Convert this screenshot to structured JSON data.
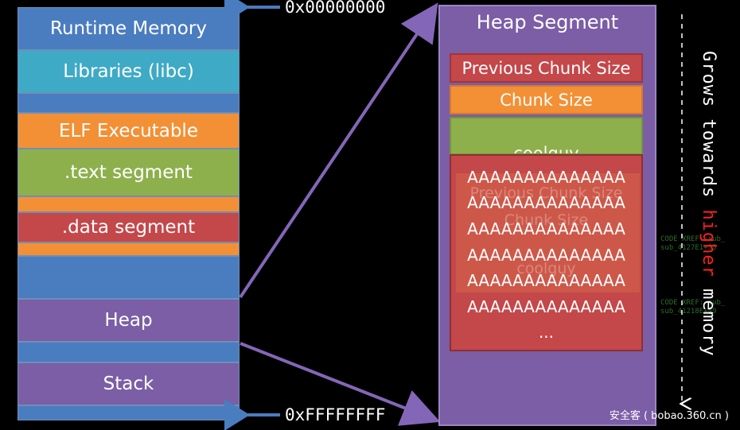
{
  "memory": {
    "title": "Runtime Memory",
    "libraries": "Libraries (libc)",
    "elf": "ELF Executable",
    "text_segment": ".text segment",
    "data_segment": ".data segment",
    "heap": "Heap",
    "stack": "Stack"
  },
  "addresses": {
    "top": "0x00000000",
    "bottom": "0xFFFFFFFF"
  },
  "heap_segment": {
    "title": "Heap Segment",
    "prev_chunk_size": "Previous Chunk Size",
    "chunk_size": "Chunk Size",
    "data_label": "coolguy",
    "overflow_rows": [
      "AAAAAAAAAAAAAA",
      "AAAAAAAAAAAAAA",
      "AAAAAAAAAAAAAA",
      "AAAAAAAAAAAAAA",
      "AAAAAAAAAAAAAA",
      "AAAAAAAAAAAAAA"
    ],
    "ellipsis": "...",
    "ghost_prev": "Previous Chunk Size",
    "ghost_chunk": "Chunk Size",
    "ghost_data": "coolguy"
  },
  "growth": {
    "part1": "Grows towards ",
    "highlight": "higher",
    "part2": " memory",
    "highlight_color": "#ff2020"
  },
  "background_code": {
    "line1": "CODE XREF: sub_",
    "line2": "sub_4127E1+55",
    "line3": "CODE XREF: sub_",
    "line4": "sub_41218E+49"
  },
  "watermark": "安全客 ( bobao.360.cn )",
  "colors": {
    "blue": "#4a7cc0",
    "cyan": "#3eaac6",
    "orange": "#f39035",
    "green": "#8db04c",
    "red": "#c4474a",
    "purple": "#7b5ea6",
    "arrow_purple": "#8466b8",
    "arrow_blue": "#4a7cc0"
  }
}
